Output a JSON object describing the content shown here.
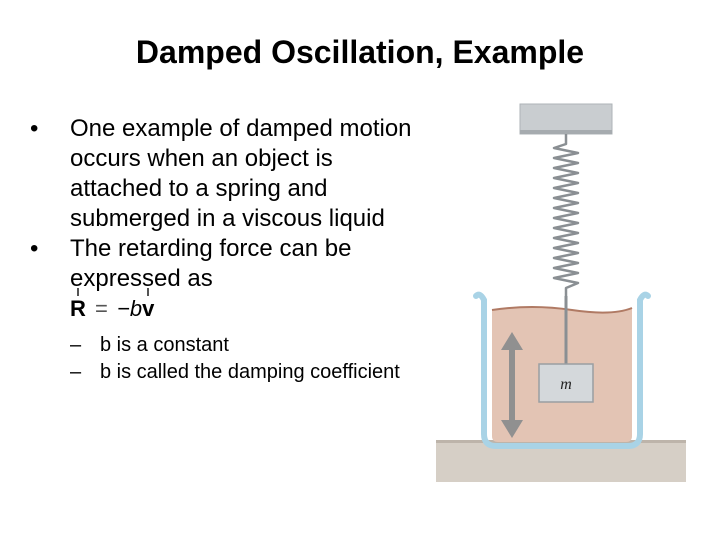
{
  "slide": {
    "title": "Damped Oscillation, Example",
    "bullets": [
      "One example of damped motion occurs when an object is attached to a spring and submerged in a viscous liquid",
      "The retarding force can be expressed as"
    ],
    "bullet_symbol": "•",
    "formula": {
      "lhs": "R",
      "equals": "=",
      "rhs_coefficient": "−b",
      "rhs_vector": "v"
    },
    "sub_dash": "–",
    "sub_bullets": [
      "b is a constant",
      "b is called the damping coefficient"
    ]
  },
  "figure": {
    "mass_label": "m",
    "colors": {
      "ceiling": "#c9cdd0",
      "spring": "#8a8f93",
      "liquid": "#e3c4b4",
      "liquid_surface": "#b07a64",
      "beaker": "#a9d3e6",
      "mass": "#d4d8db",
      "arrow": "#909090",
      "floor": "#d6cfc6"
    }
  }
}
